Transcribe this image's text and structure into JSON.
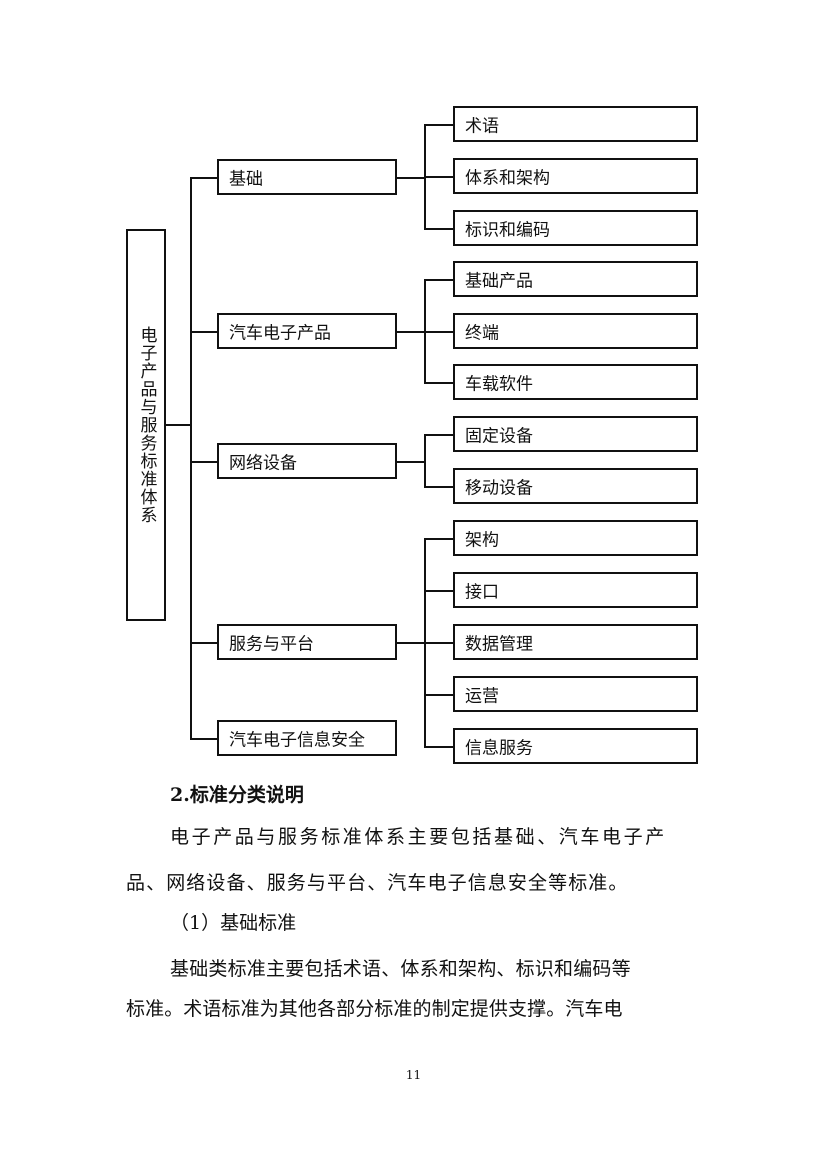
{
  "diagram": {
    "root_label": "电子产品与服务标准体系",
    "categories": [
      {
        "label": "基础",
        "children": [
          "术语",
          "体系和架构",
          "标识和编码"
        ]
      },
      {
        "label": "汽车电子产品",
        "children": [
          "基础产品",
          "终端",
          "车载软件"
        ]
      },
      {
        "label": "网络设备",
        "children": [
          "固定设备",
          "移动设备"
        ]
      },
      {
        "label": "服务与平台",
        "children": [
          "架构",
          "接口",
          "数据管理",
          "运营",
          "信息服务"
        ]
      },
      {
        "label": "汽车电子信息安全",
        "children": []
      }
    ]
  },
  "section": {
    "heading": "2.标准分类说明",
    "para1_line1": "电子产品与服务标准体系主要包括基础、汽车电子产",
    "para1_line2": "品、网络设备、服务与平台、汽车电子信息安全等标准。",
    "sub_heading": "（1）基础标准",
    "para2_line1": "基础类标准主要包括术语、体系和架构、标识和编码等",
    "para2_line2": "标准。术语标准为其他各部分标准的制定提供支撑。汽车电"
  },
  "page_number": "11"
}
